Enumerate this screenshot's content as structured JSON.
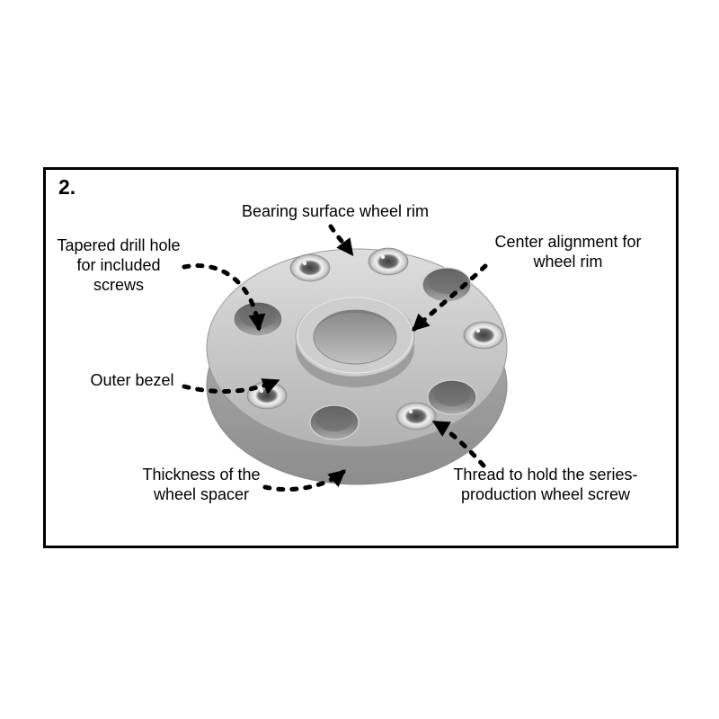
{
  "diagram": {
    "step_label": "2.",
    "labels": {
      "bearing_surface": "Bearing surface wheel rim",
      "tapered_drill_hole": [
        "Tapered drill hole",
        "for included",
        "screws"
      ],
      "center_alignment": [
        "Center alignment for",
        "wheel rim"
      ],
      "outer_bezel": "Outer bezel",
      "thickness": [
        "Thickness of the",
        "wheel spacer"
      ],
      "thread": [
        "Thread to hold the series-",
        "production wheel screw"
      ]
    },
    "colors": {
      "frame_border": "#000000",
      "text": "#000000",
      "spacer_gray": "#bdbdbd",
      "arrow": "#000000"
    }
  }
}
